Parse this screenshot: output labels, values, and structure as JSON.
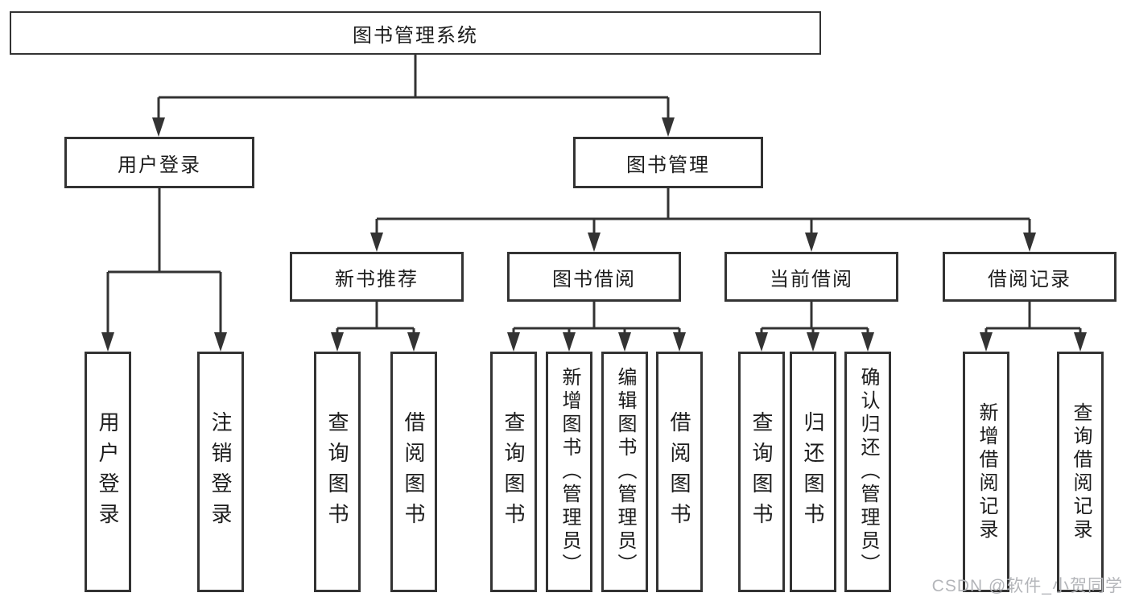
{
  "diagram_type": "hierarchy",
  "root": {
    "label": "图书管理系统"
  },
  "level2": [
    {
      "label": "用户登录"
    },
    {
      "label": "图书管理"
    }
  ],
  "level3": [
    {
      "label": "新书推荐"
    },
    {
      "label": "图书借阅"
    },
    {
      "label": "当前借阅"
    },
    {
      "label": "借阅记录"
    }
  ],
  "leaves": {
    "user_login": [
      {
        "label": "用户登录"
      },
      {
        "label": "注销登录"
      }
    ],
    "new_book": [
      {
        "label": "查询图书"
      },
      {
        "label": "借阅图书"
      }
    ],
    "borrow": [
      {
        "label": "查询图书"
      },
      {
        "label": "新增图书（管理员）"
      },
      {
        "label": "编辑图书（管理员）"
      },
      {
        "label": "借阅图书"
      }
    ],
    "current": [
      {
        "label": "查询图书"
      },
      {
        "label": "归还图书"
      },
      {
        "label": "确认归还（管理员）"
      }
    ],
    "record": [
      {
        "label": "新增借阅记录"
      },
      {
        "label": "查询借阅记录"
      }
    ]
  },
  "watermark": "CSDN @软件_小贺同学",
  "colors": {
    "line": "#333333",
    "box_border": "#333333",
    "text": "#1c1c1c",
    "watermark": "#b4b6ba",
    "background": "#ffffff"
  }
}
